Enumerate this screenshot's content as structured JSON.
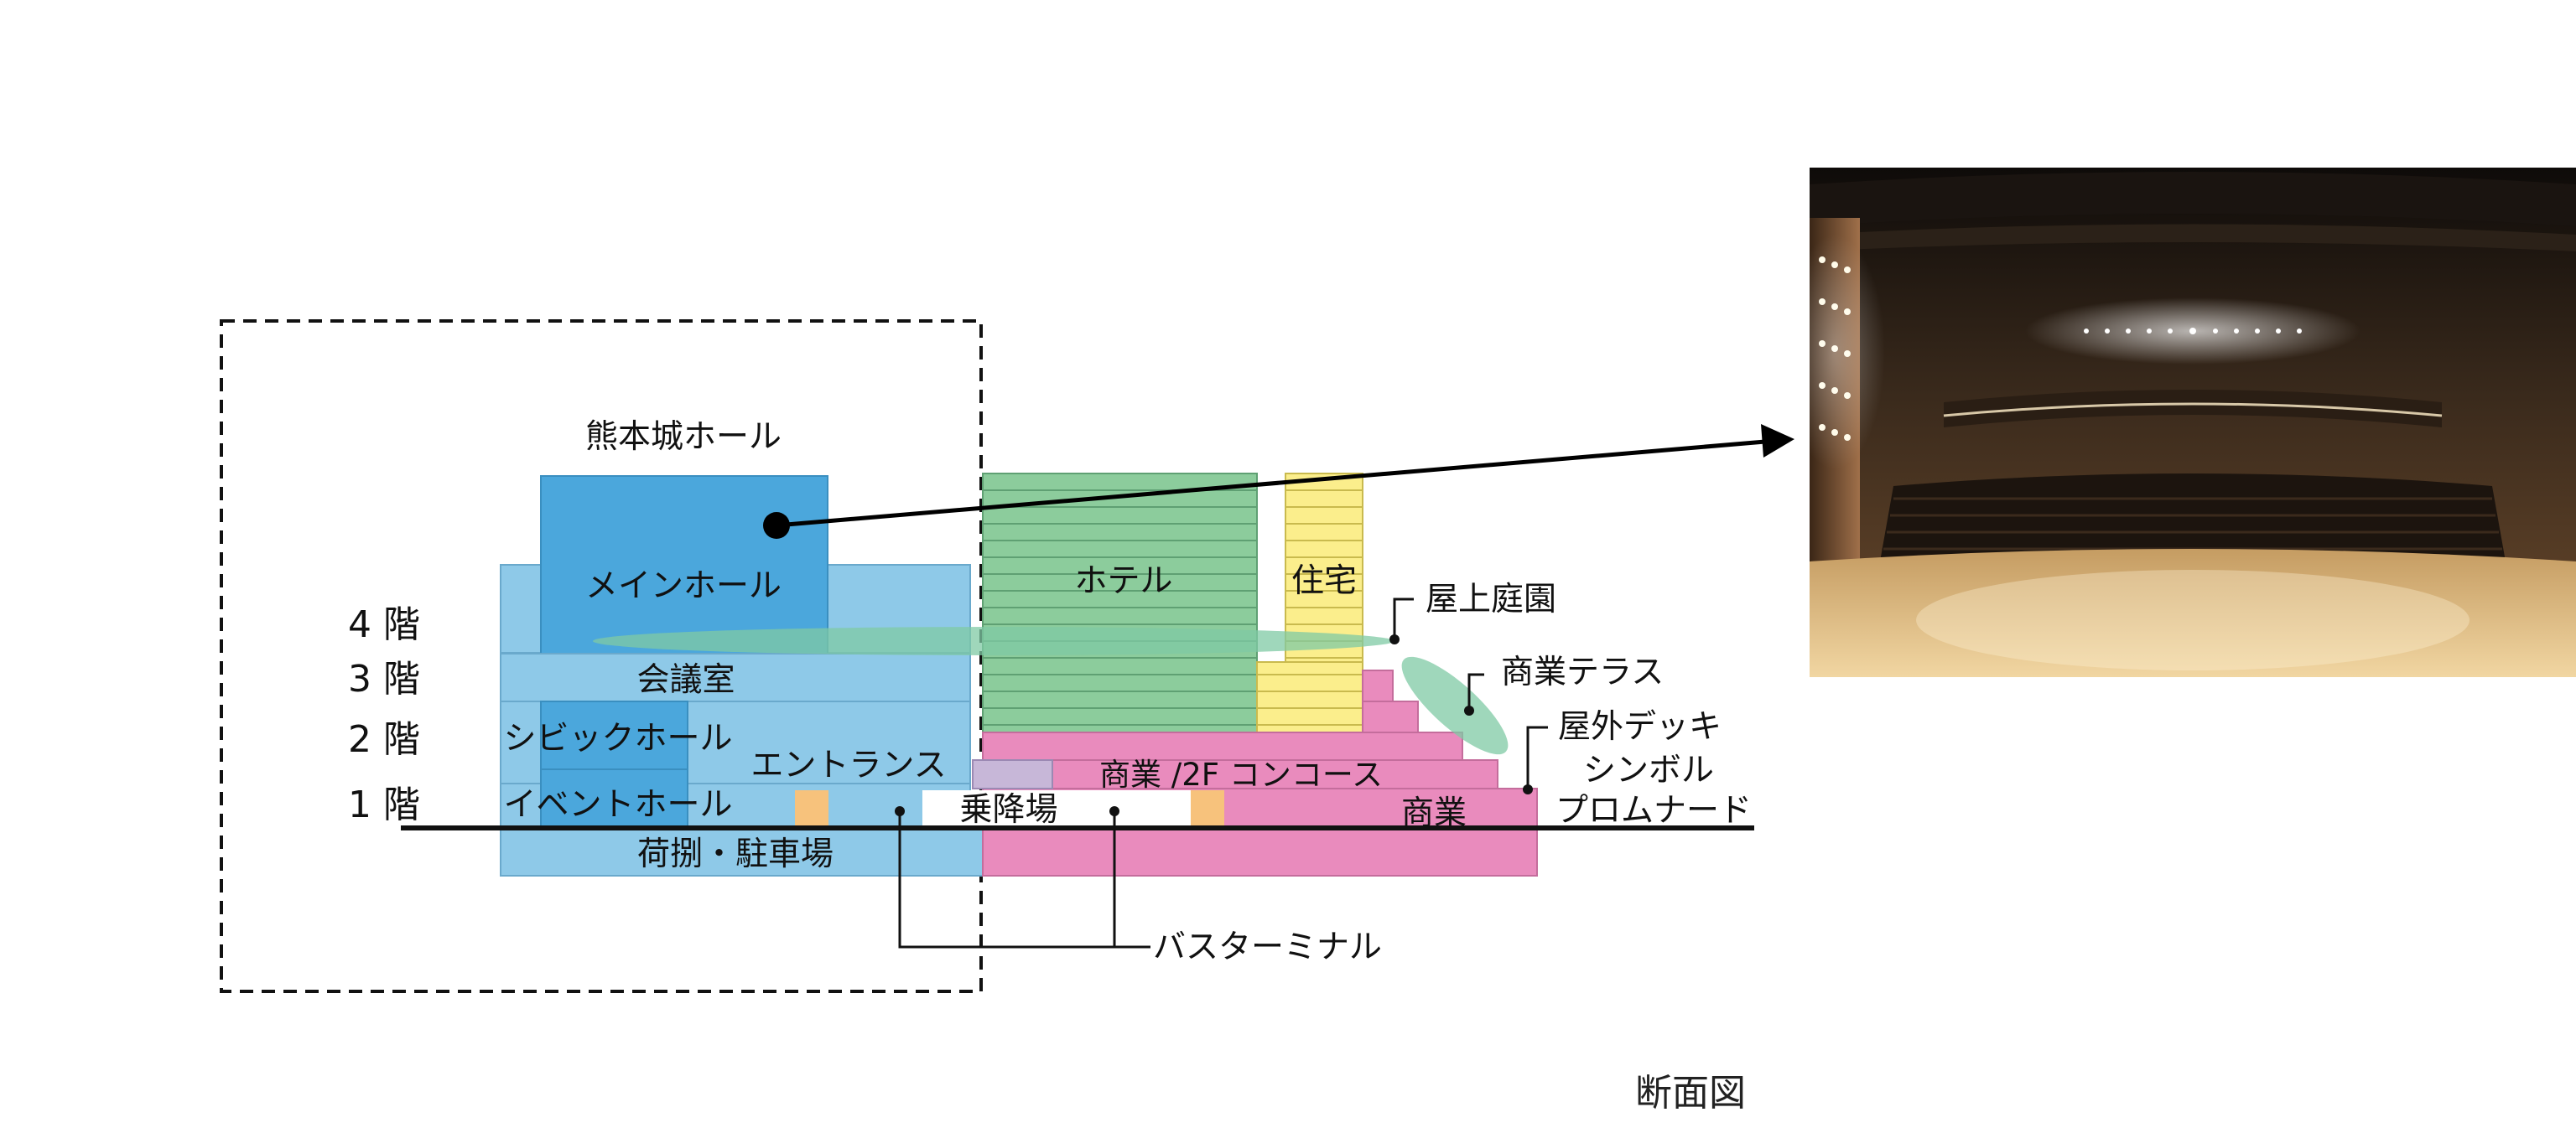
{
  "diagram": {
    "title": "熊本城ホール",
    "caption": "断面図",
    "floors": [
      "4 階",
      "3 階",
      "2 階",
      "1 階"
    ],
    "rooms": {
      "main_hall": "メインホール",
      "conference": "会議室",
      "civic_hall": "シビックホール",
      "entrance": "エントランス",
      "event_hall": "イベントホール",
      "loading_parking": "荷捌・駐車場",
      "hotel": "ホテル",
      "residence": "住宅",
      "commerce_concourse": "商業 /2F コンコース",
      "boarding": "乗降場",
      "commerce": "商業"
    },
    "callouts": {
      "rooftop_garden": "屋上庭園",
      "commerce_terrace": "商業テラス",
      "outdoor_deck": "屋外デッキ",
      "symbol_promenade_1": "シンボル",
      "symbol_promenade_2": "プロムナード",
      "bus_terminal": "バスターミナル"
    },
    "colors": {
      "hall_light_blue": "#8ec9e8",
      "hall_blue": "#4ba7dc",
      "hotel_green": "#8ccc9c",
      "residence_yellow": "#fbee8c",
      "commerce_pink": "#e98bbd",
      "boarding_orange": "#f7c27c",
      "concourse_lavender": "#c7b7d8",
      "garden_green": "#7fcaa4"
    }
  },
  "photo": {
    "subject": "concert hall interior render",
    "links_to": "メインホール"
  }
}
